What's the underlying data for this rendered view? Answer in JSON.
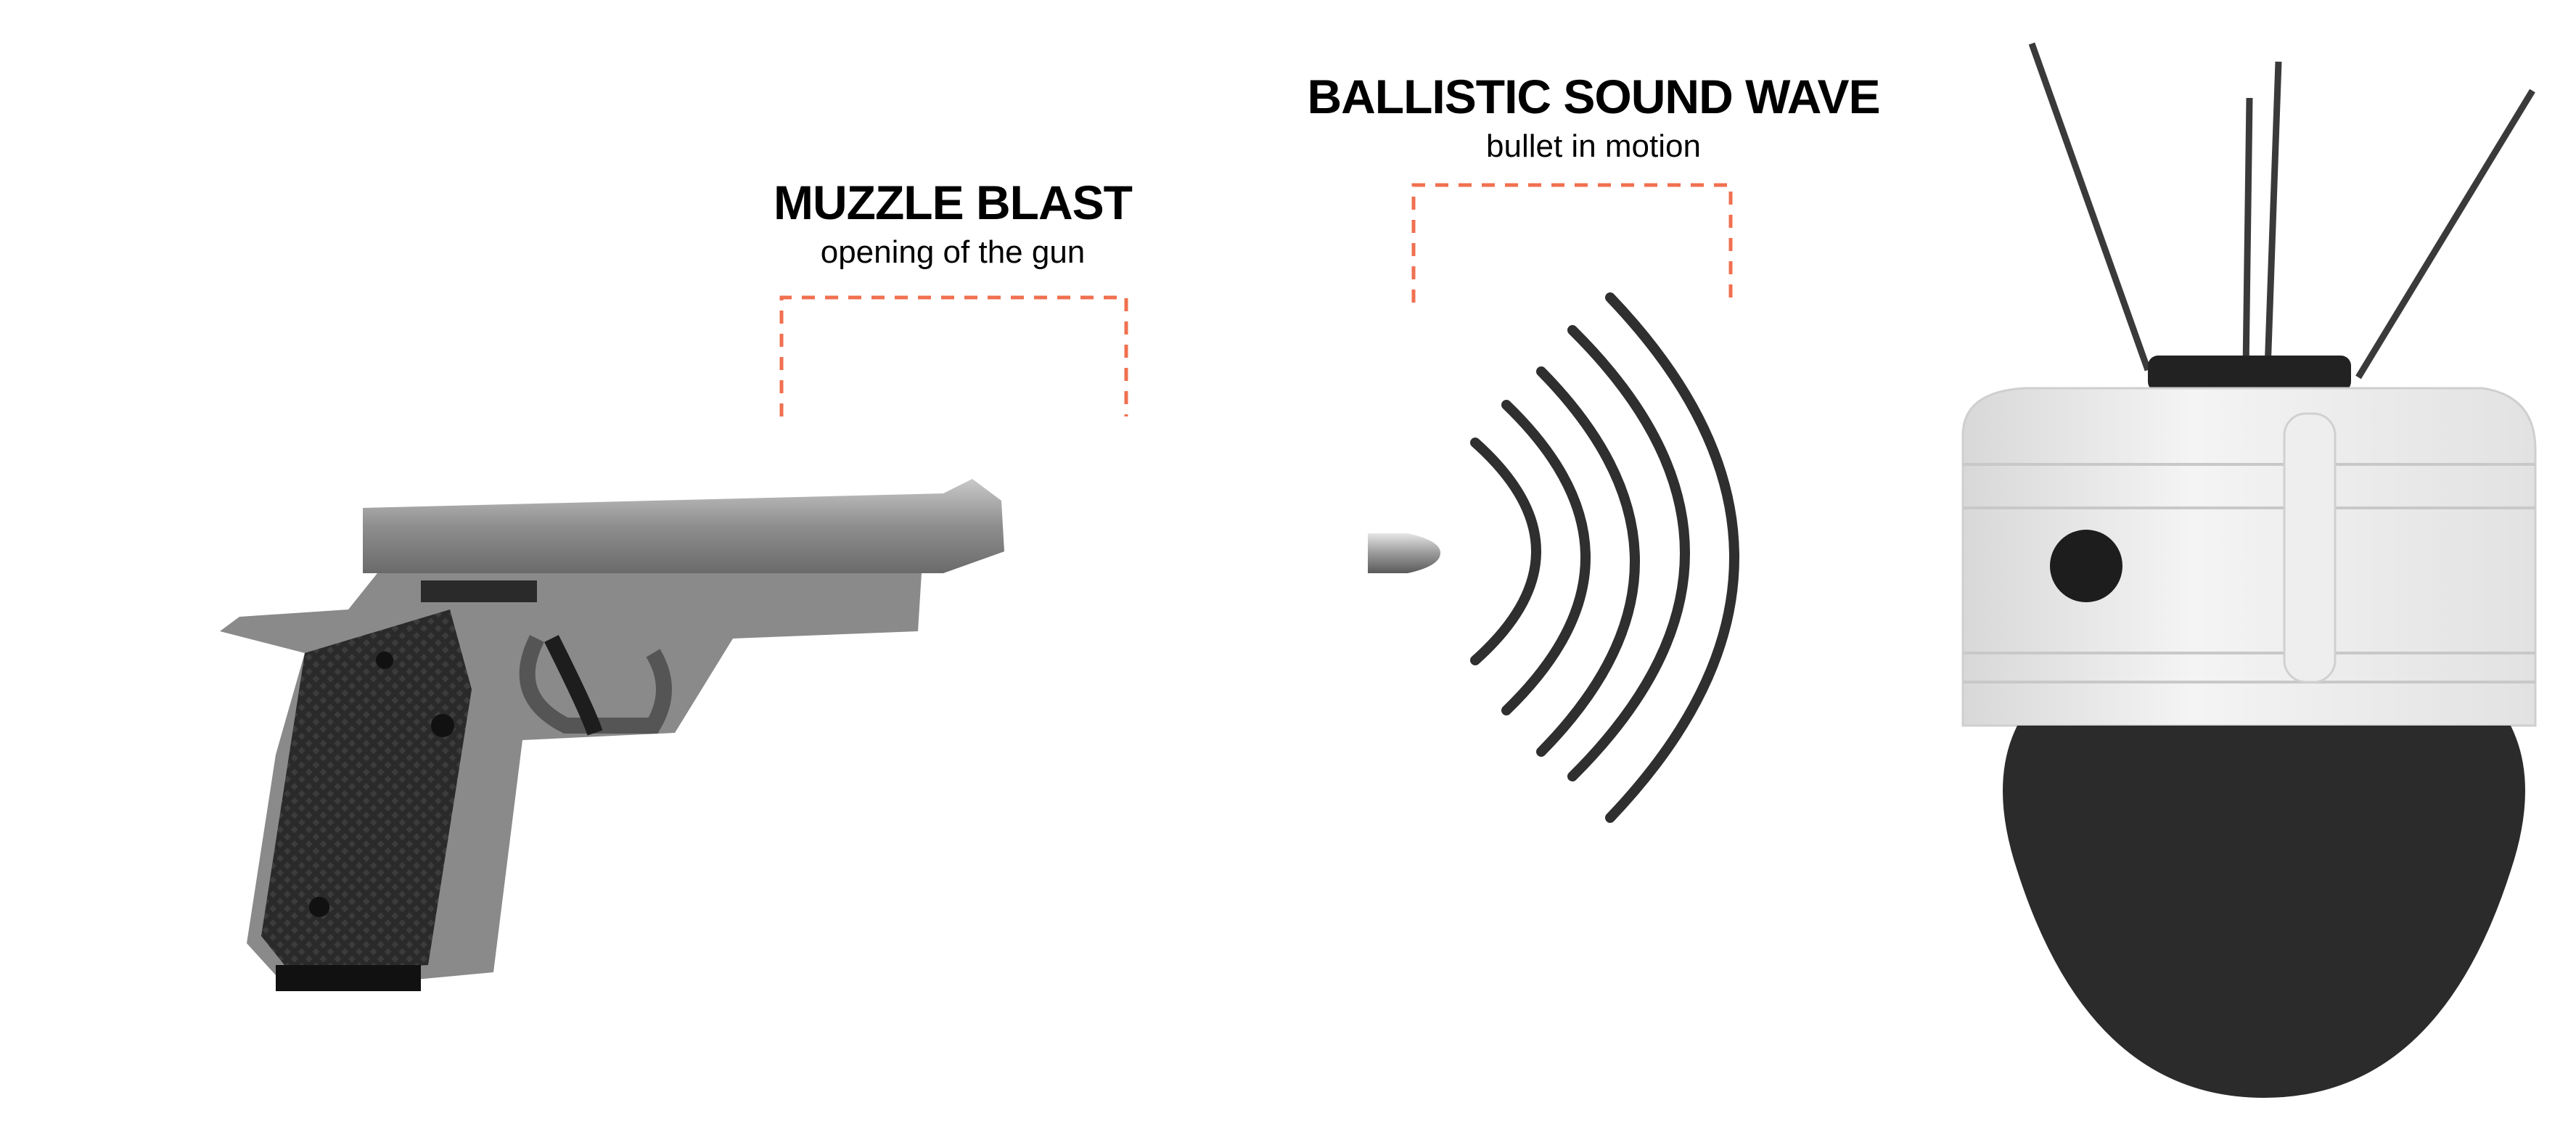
{
  "muzzle_blast": {
    "title": "MUZZLE BLAST",
    "subtitle": "opening of the gun"
  },
  "ballistic_wave": {
    "title": "BALLISTIC SOUND WAVE",
    "subtitle": "bullet in motion"
  },
  "colors": {
    "bracket": "#f07050",
    "wave": "#2f2f2f",
    "text": "#000000"
  },
  "icons": [
    "pistol",
    "bullet",
    "sound-waves",
    "acoustic-sensor"
  ]
}
